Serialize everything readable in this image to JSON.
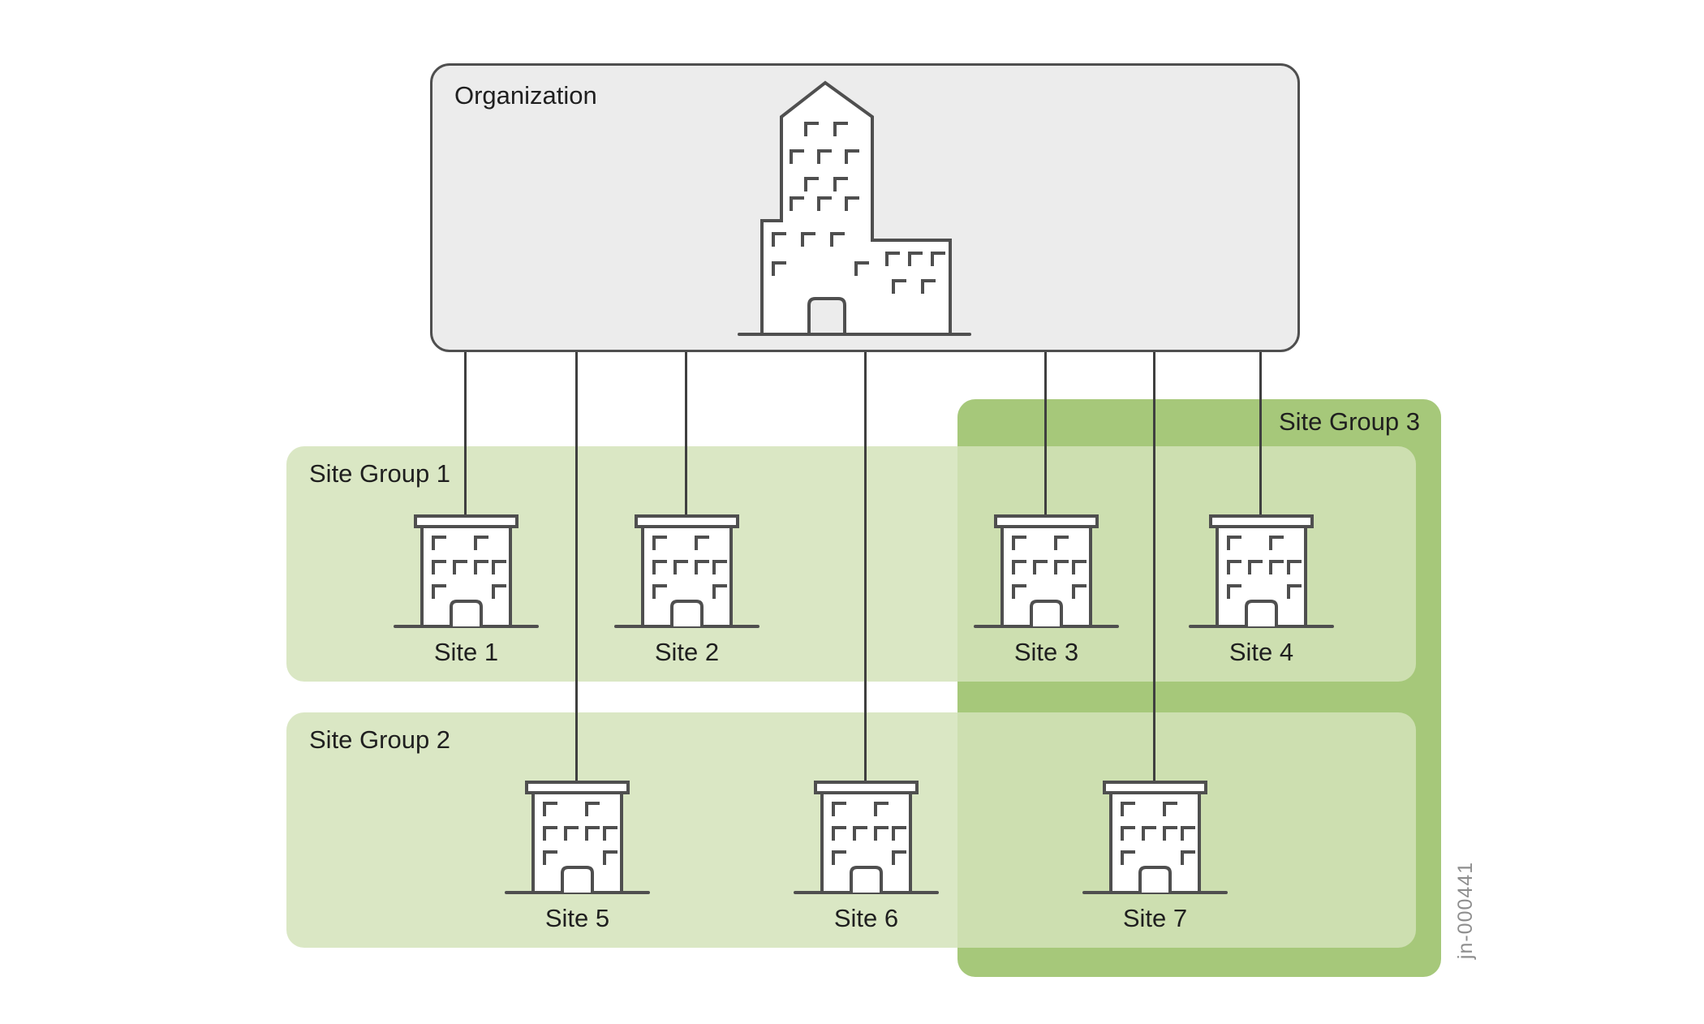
{
  "organization": {
    "label": "Organization"
  },
  "groups": [
    {
      "label": "Site Group 1"
    },
    {
      "label": "Site Group 2"
    },
    {
      "label": "Site Group 3"
    }
  ],
  "sites": [
    {
      "label": "Site 1"
    },
    {
      "label": "Site 2"
    },
    {
      "label": "Site 3"
    },
    {
      "label": "Site 4"
    },
    {
      "label": "Site 5"
    },
    {
      "label": "Site 6"
    },
    {
      "label": "Site 7"
    }
  ],
  "watermark": "jn-000441",
  "icons": {
    "organization": "org-building-icon",
    "site": "building-icon"
  },
  "colors": {
    "org_fill": "#ececec",
    "org_border": "#4f4f4f",
    "group_light": "#d4e3ba",
    "group_dark": "#a6c87a",
    "line": "#3f3f3f",
    "text": "#1f1f1f",
    "watermark_color": "#8e8e8e"
  }
}
